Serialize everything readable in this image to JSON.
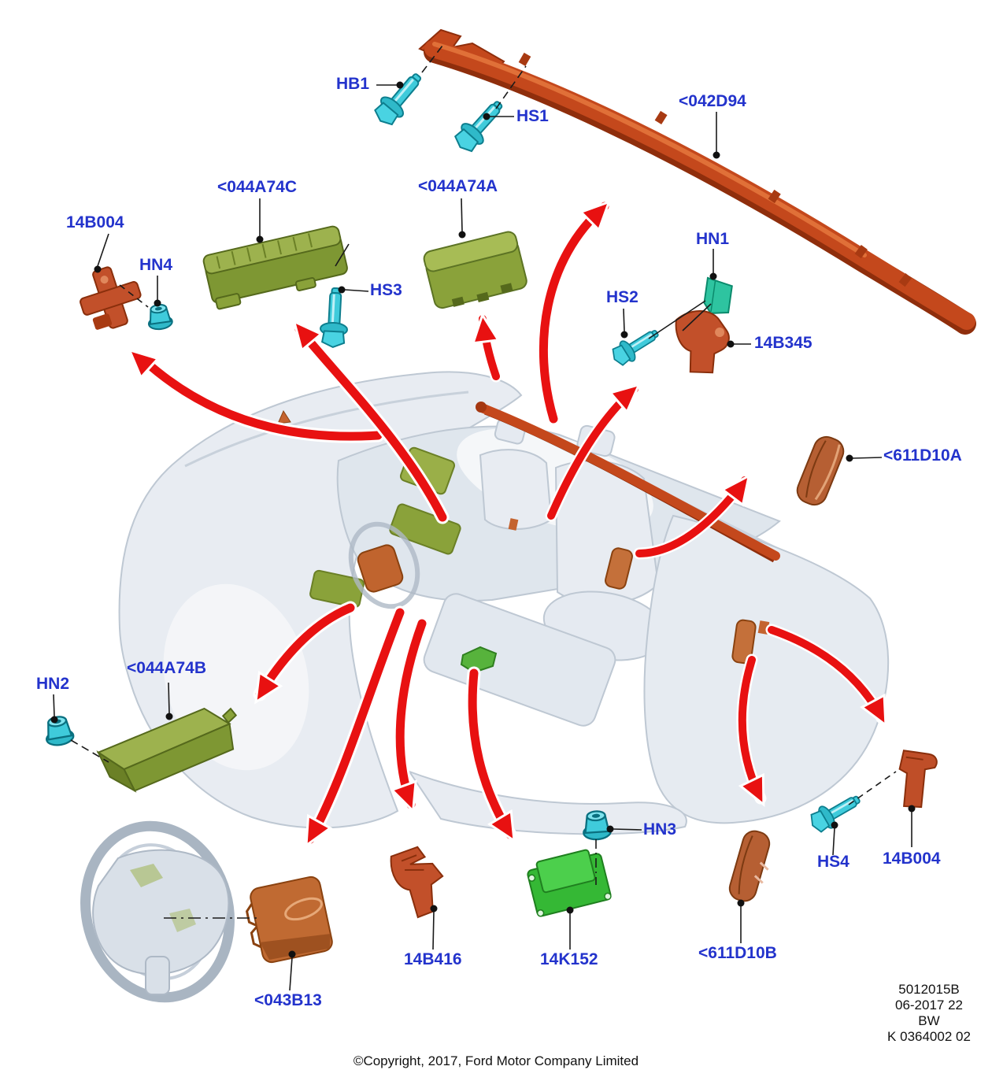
{
  "callouts": {
    "hb1": "HB1",
    "hs1": "HS1",
    "d042d94": "<042D94",
    "a044a74c": "<044A74C",
    "a044a74a": "<044A74A",
    "b14b004_l": "14B004",
    "hn4": "HN4",
    "hs3": "HS3",
    "hn1": "HN1",
    "hs2": "HS2",
    "b14b345": "14B345",
    "d611d10a": "<611D10A",
    "hn2": "HN2",
    "a044a74b": "<044A74B",
    "hn3": "HN3",
    "b14b416": "14B416",
    "k14k152": "14K152",
    "d611d10b": "<611D10B",
    "hs4": "HS4",
    "b14b004_r": "14B004",
    "c043b13": "<043B13"
  },
  "plate": [
    "5012015B",
    "06-2017 22",
    "BW",
    "K 0364002 02"
  ],
  "footer": {
    "copyright": "©Copyright, 2017, Ford Motor Company Limited"
  },
  "colors": {
    "callout_blue": "#2333cc",
    "arrow_red": "#e81111",
    "curtain_orange": "#c4481c",
    "olive_module": "#8aa23a",
    "bright_green_module": "#3cc43c",
    "bolt_cyan": "#3fcbdb",
    "clip_teal": "#2ec4a0",
    "bracket_orange": "#c05a28",
    "ghost_gray": "#b9c3cf"
  }
}
